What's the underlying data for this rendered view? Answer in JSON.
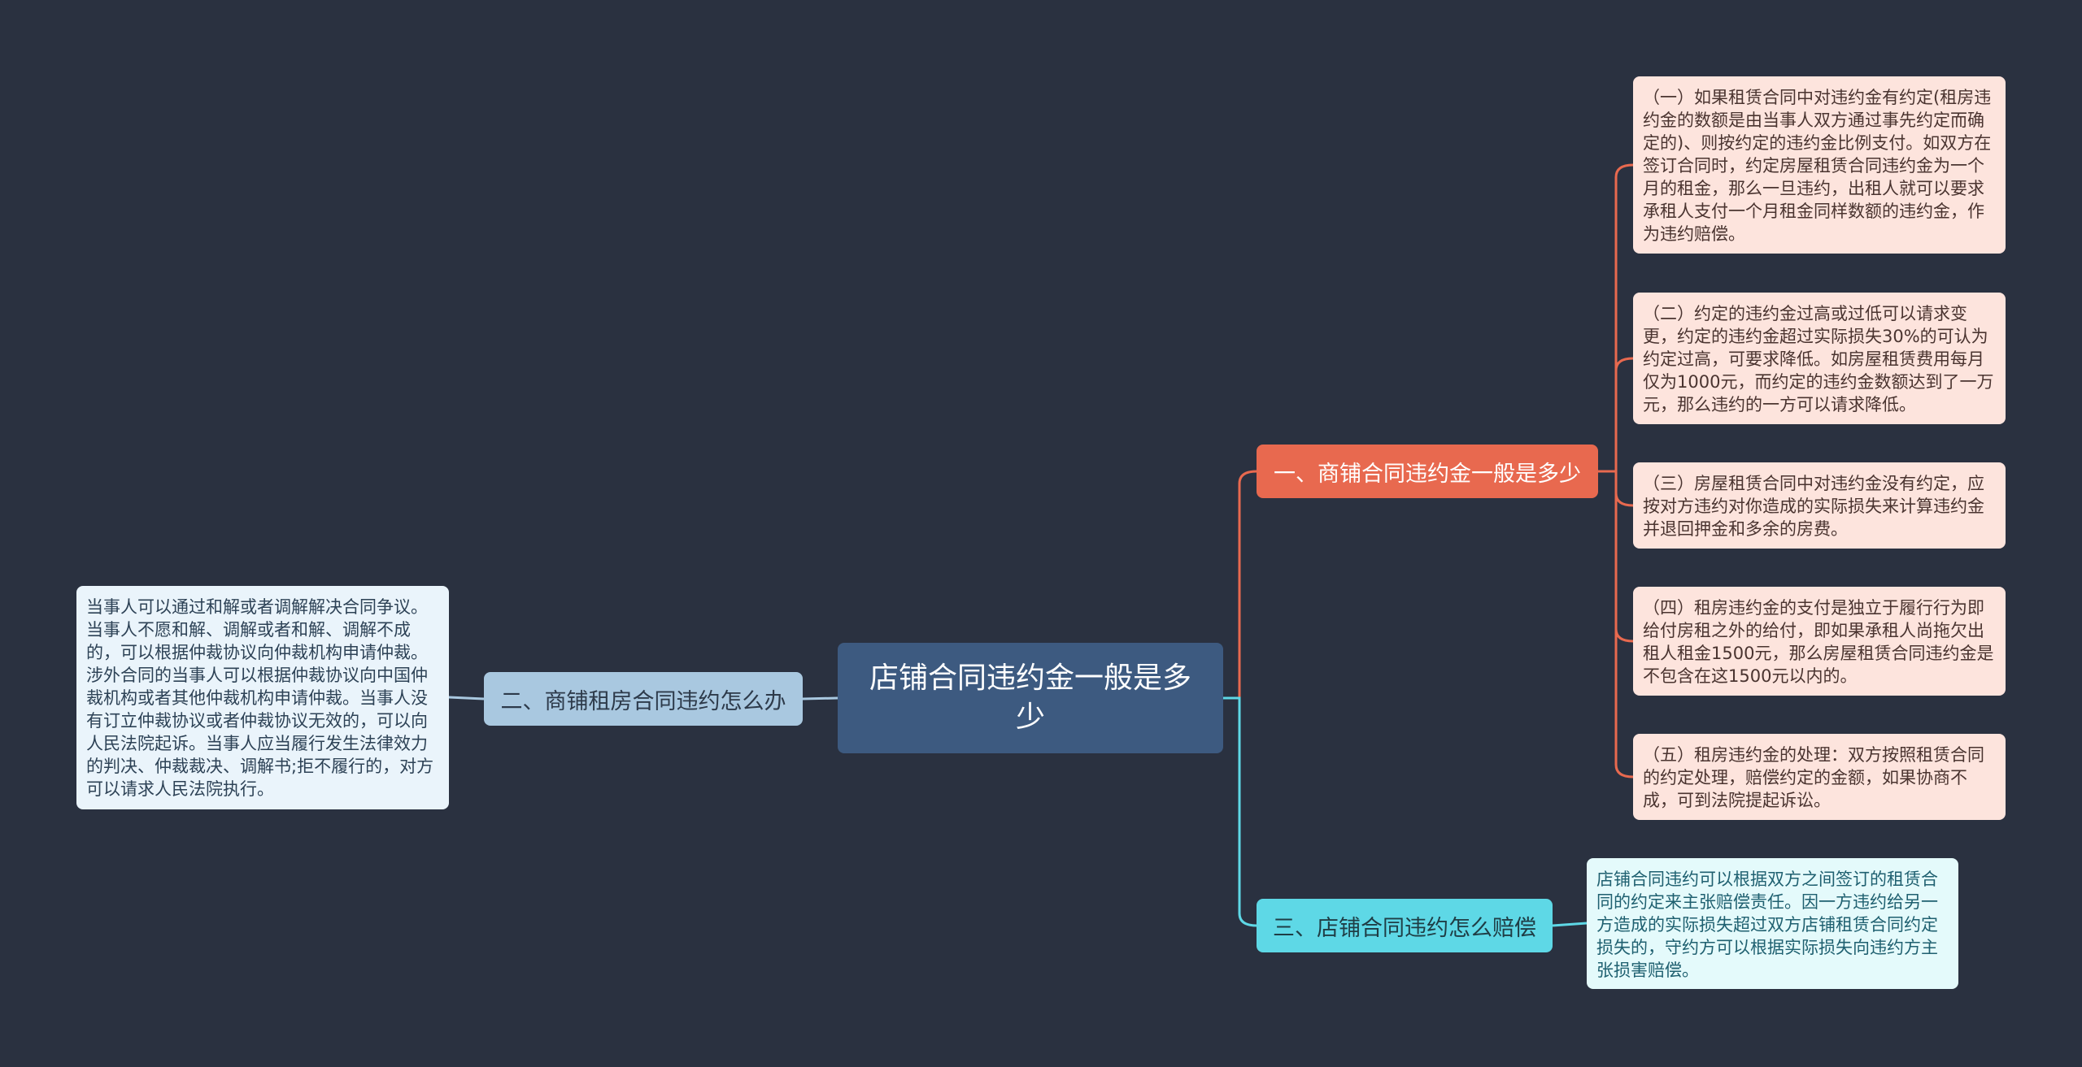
{
  "root": {
    "title": "店铺合同违约金一般是多少"
  },
  "branches": [
    {
      "label": "一、商铺合同违约金一般是多少",
      "color": "#e8694f",
      "children": [
        "（一）如果租赁合同中对违约金有约定(租房违约金的数额是由当事人双方通过事先约定而确定的)、则按约定的违约金比例支付。如双方在签订合同时，约定房屋租赁合同违约金为一个月的租金，那么一旦违约，出租人就可以要求承租人支付一个月租金同样数额的违约金，作为违约赔偿。",
        "（二）约定的违约金过高或过低可以请求变更，约定的违约金超过实际损失30%的可认为约定过高，可要求降低。如房屋租赁费用每月仅为1000元，而约定的违约金数额达到了一万元，那么违约的一方可以请求降低。",
        "（三）房屋租赁合同中对违约金没有约定，应按对方违约对你造成的实际损失来计算违约金并退回押金和多余的房费。",
        "（四）租房违约金的支付是独立于履行行为即给付房租之外的给付，即如果承租人尚拖欠出租人租金1500元，那么房屋租赁合同违约金是不包含在这1500元以内的。",
        "（五）租房违约金的处理：双方按照租赁合同的约定处理，赔偿约定的金额，如果协商不成，可到法院提起诉讼。"
      ]
    },
    {
      "label": "二、商铺租房合同违约怎么办",
      "color": "#a9c8e0",
      "children": [
        "当事人可以通过和解或者调解解决合同争议。当事人不愿和解、调解或者和解、调解不成的，可以根据仲裁协议向仲裁机构申请仲裁。涉外合同的当事人可以根据仲裁协议向中国仲裁机构或者其他仲裁机构申请仲裁。当事人没有订立仲裁协议或者仲裁协议无效的，可以向人民法院起诉。当事人应当履行发生法律效力的判决、仲裁裁决、调解书;拒不履行的，对方可以请求人民法院执行。"
      ]
    },
    {
      "label": "三、店铺合同违约怎么赔偿",
      "color": "#5ed8e6",
      "children": [
        "店铺合同违约可以根据双方之间签订的租赁合同的约定来主张赔偿责任。因一方违约给另一方造成的实际损失超过双方店铺租赁合同约定损失的，守约方可以根据实际损失向违约方主张损害赔偿。"
      ]
    }
  ]
}
